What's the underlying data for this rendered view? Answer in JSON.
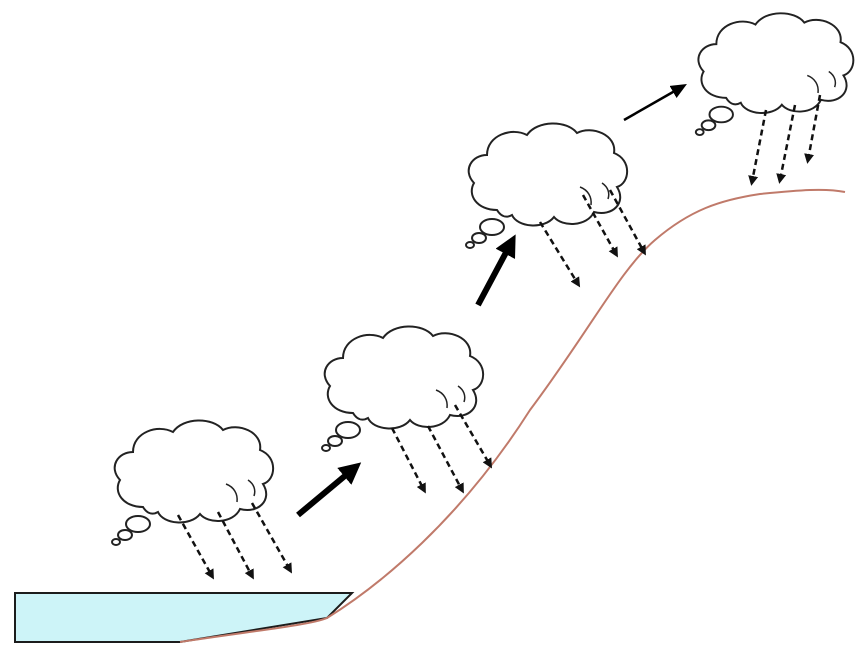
{
  "colors": {
    "background": "#ffffff",
    "water_fill": "#cdf4f8",
    "water_stroke": "#1c1c1c",
    "terrain_line": "#c07a6a",
    "cloud_stroke": "#222222",
    "cloud_fill": "#ffffff",
    "arrow": "#000000",
    "rain": "#111111"
  },
  "icons": {
    "cloud": "cloud-icon",
    "rain": "rain-arrow-icon",
    "movement": "movement-arrow-icon"
  },
  "clouds": [
    {
      "id": "cloud-1",
      "rain_drops": 3
    },
    {
      "id": "cloud-2",
      "rain_drops": 3
    },
    {
      "id": "cloud-3",
      "rain_drops": 3
    },
    {
      "id": "cloud-4",
      "rain_drops": 3
    }
  ],
  "movement_arrows": [
    {
      "id": "arrow-1",
      "weight": "bold"
    },
    {
      "id": "arrow-2",
      "weight": "bold"
    },
    {
      "id": "arrow-3",
      "weight": "thin"
    }
  ]
}
